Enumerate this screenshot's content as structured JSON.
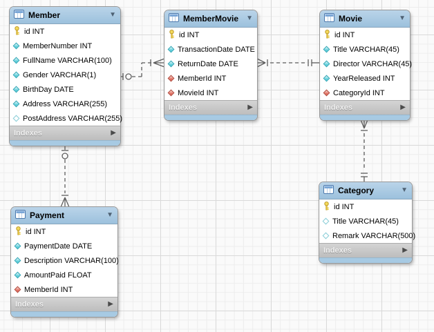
{
  "icons": {
    "collapse": "▼",
    "expand": "▶"
  },
  "colors": {
    "header_blue": "#9cc1dd",
    "footer_blue": "#a7cae3",
    "indexes_gray": "#c6c6c6",
    "key_yellow": "#ecc93f",
    "column_notnull_cyan": "#58cdd9",
    "column_foreignkey_red": "#df695b",
    "relationship_line": "#5d5d5d",
    "grid_background": "#fafafa"
  },
  "tables": [
    {
      "name": "Member",
      "indexes_label": "Indexes",
      "columns": [
        {
          "label": "id INT",
          "icon": "primary-key"
        },
        {
          "label": "MemberNumber INT",
          "icon": "notnull"
        },
        {
          "label": "FullName VARCHAR(100)",
          "icon": "notnull"
        },
        {
          "label": "Gender VARCHAR(1)",
          "icon": "notnull"
        },
        {
          "label": "BirthDay DATE",
          "icon": "notnull"
        },
        {
          "label": "Address VARCHAR(255)",
          "icon": "notnull"
        },
        {
          "label": "PostAddress VARCHAR(255)",
          "icon": "nullable"
        }
      ]
    },
    {
      "name": "MemberMovie",
      "indexes_label": "Indexes",
      "columns": [
        {
          "label": "id INT",
          "icon": "primary-key"
        },
        {
          "label": "TransactionDate DATE",
          "icon": "notnull"
        },
        {
          "label": "ReturnDate DATE",
          "icon": "notnull"
        },
        {
          "label": "MemberId INT",
          "icon": "foreign-key"
        },
        {
          "label": "MovieId INT",
          "icon": "foreign-key"
        }
      ]
    },
    {
      "name": "Movie",
      "indexes_label": "Indexes",
      "columns": [
        {
          "label": "id INT",
          "icon": "primary-key"
        },
        {
          "label": "Title VARCHAR(45)",
          "icon": "notnull"
        },
        {
          "label": "Director VARCHAR(45)",
          "icon": "notnull"
        },
        {
          "label": "YearReleased INT",
          "icon": "notnull"
        },
        {
          "label": "CategoryId INT",
          "icon": "foreign-key"
        }
      ]
    },
    {
      "name": "Category",
      "indexes_label": "Indexes",
      "columns": [
        {
          "label": "id INT",
          "icon": "primary-key"
        },
        {
          "label": "Title VARCHAR(45)",
          "icon": "nullable"
        },
        {
          "label": "Remark VARCHAR(500)",
          "icon": "nullable"
        }
      ]
    },
    {
      "name": "Payment",
      "indexes_label": "Indexes",
      "columns": [
        {
          "label": "id INT",
          "icon": "primary-key"
        },
        {
          "label": "PaymentDate DATE",
          "icon": "notnull"
        },
        {
          "label": "Description VARCHAR(100)",
          "icon": "notnull"
        },
        {
          "label": "AmountPaid FLOAT",
          "icon": "notnull"
        },
        {
          "label": "MemberId INT",
          "icon": "foreign-key"
        }
      ]
    }
  ],
  "relationships": [
    {
      "from": "Member",
      "to": "MemberMovie",
      "from_cardinality": "one-optional",
      "to_cardinality": "many-mandatory",
      "line_style": "dashed"
    },
    {
      "from": "Movie",
      "to": "MemberMovie",
      "from_cardinality": "one-mandatory",
      "to_cardinality": "many-mandatory",
      "line_style": "dashed"
    },
    {
      "from": "Category",
      "to": "Movie",
      "from_cardinality": "one-mandatory",
      "to_cardinality": "many-mandatory",
      "line_style": "dashed"
    },
    {
      "from": "Member",
      "to": "Payment",
      "from_cardinality": "one-optional",
      "to_cardinality": "many-mandatory",
      "line_style": "dashed"
    }
  ]
}
